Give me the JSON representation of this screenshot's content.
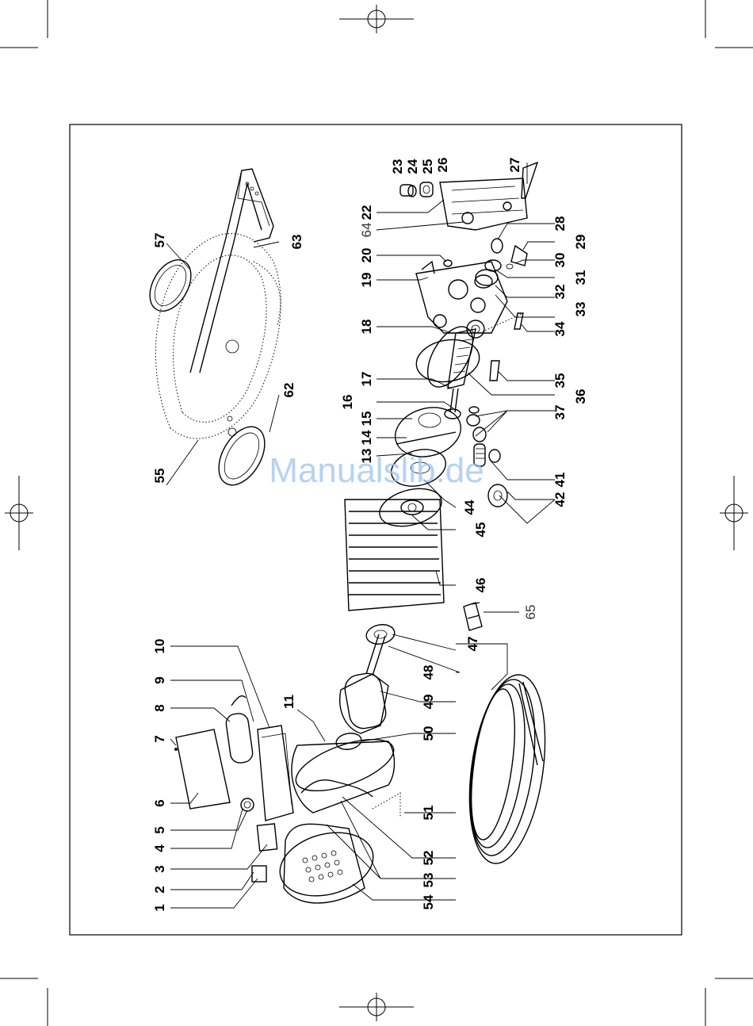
{
  "watermark": "Manualslib.de",
  "callouts": {
    "c1": "1",
    "c2": "2",
    "c3": "3",
    "c4": "4",
    "c5": "5",
    "c6": "6",
    "c7": "7",
    "c8": "8",
    "c9": "9",
    "c10": "10",
    "c11": "11",
    "c13": "13",
    "c14": "14",
    "c15": "15",
    "c16": "16",
    "c17": "17",
    "c18": "18",
    "c19": "19",
    "c20": "20",
    "c22": "22",
    "c23": "23",
    "c24": "24",
    "c25": "25",
    "c26": "26",
    "c27": "27",
    "c28": "28",
    "c29": "29",
    "c30": "30",
    "c31": "31",
    "c32": "32",
    "c33": "33",
    "c34": "34",
    "c35": "35",
    "c36": "36",
    "c37": "37",
    "c41": "41",
    "c42": "42",
    "c44": "44",
    "c45": "45",
    "c46": "46",
    "c47": "47",
    "c48": "48",
    "c49": "49",
    "c50": "50",
    "c51": "51",
    "c52": "52",
    "c53": "53",
    "c54": "54",
    "c55": "55",
    "c57": "57",
    "c62": "62",
    "c63": "63",
    "c64": "64",
    "c65": "65"
  }
}
